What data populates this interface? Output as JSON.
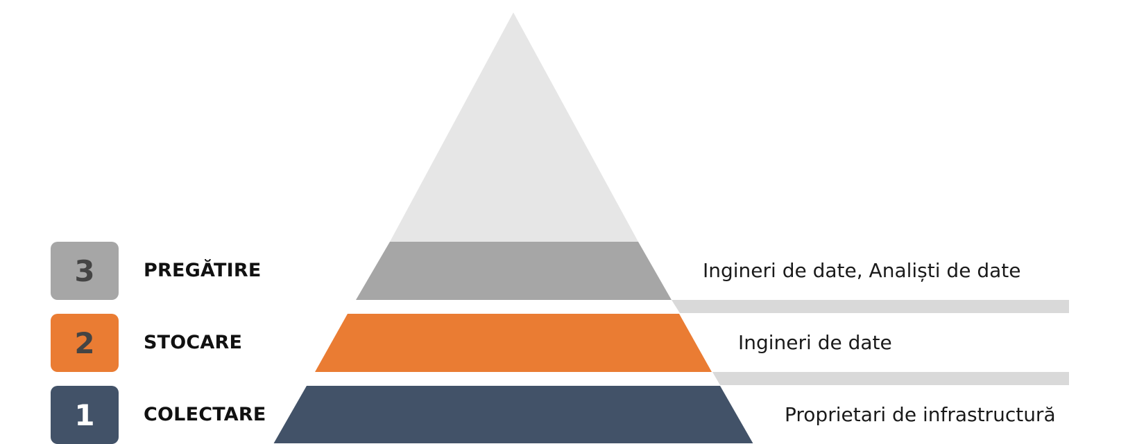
{
  "colors": {
    "apex": "#e6e6e6",
    "separator": "#d9d9d9"
  },
  "levels": [
    {
      "number": "3",
      "name": "PREGĂTIRE",
      "roles": "Ingineri de date, Analiști de date",
      "color": "#a6a6a6",
      "number_color": "#444444"
    },
    {
      "number": "2",
      "name": "STOCARE",
      "roles": "Ingineri de date",
      "color": "#ea7c33",
      "number_color": "#444444"
    },
    {
      "number": "1",
      "name": "COLECTARE",
      "roles": "Proprietari de infrastructură",
      "color": "#425268",
      "number_color": "#ffffff"
    }
  ]
}
